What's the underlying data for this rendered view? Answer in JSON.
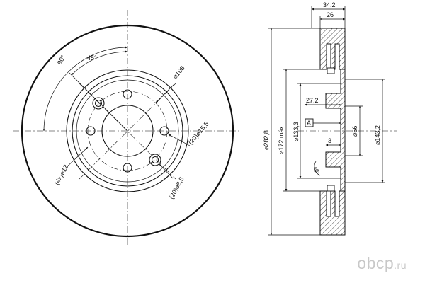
{
  "front_view": {
    "angle_90": "90°",
    "angle_45": "45°",
    "pcd": "⌀108",
    "stud_hole": "(20)⌀15,5",
    "bolt_hole": "(20)⌀8,5",
    "center_hole": "(4x)⌀13"
  },
  "section_view": {
    "width_overall": "34,2",
    "width_disc": "26",
    "outer_diameter": "⌀282,8",
    "friction_max": "⌀172 máx.",
    "hat_outer": "⌀133,3",
    "hat_depth": "27,2",
    "datum": "A",
    "bore": "⌀66",
    "flange": "⌀143,2",
    "thickness": "3",
    "fillet": "9°"
  },
  "watermark": {
    "name": "obcp",
    "tld": ".ru"
  }
}
